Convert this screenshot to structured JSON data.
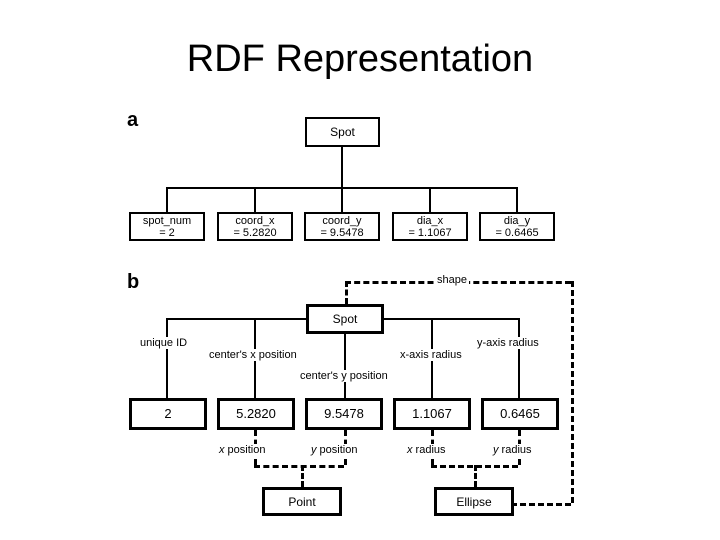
{
  "slide": {
    "title": "RDF Representation",
    "background_color": "#ffffff",
    "line_color": "#000000"
  },
  "panel_a": {
    "letter": "a",
    "root": {
      "label": "Spot"
    },
    "leaves": [
      {
        "name": "spot_num",
        "value": "= 2"
      },
      {
        "name": "coord_x",
        "value": "= 5.2820"
      },
      {
        "name": "coord_y",
        "value": "= 9.5478"
      },
      {
        "name": "dia_x",
        "value": "= 1.1067"
      },
      {
        "name": "dia_y",
        "value": "= 0.6465"
      }
    ]
  },
  "panel_b": {
    "letter": "b",
    "root": {
      "label": "Spot"
    },
    "shape_edge_label": "shape",
    "property_labels": [
      "unique ID",
      "center's x position",
      "center's y position",
      "x-axis radius",
      "y-axis radius"
    ],
    "values": [
      "2",
      "5.2820",
      "9.5478",
      "1.1067",
      "0.6465"
    ],
    "class_nodes": [
      {
        "label": "Point"
      },
      {
        "label": "Ellipse"
      }
    ],
    "sub_property_labels": [
      {
        "prefix": "x",
        "rest": " position"
      },
      {
        "prefix": "y",
        "rest": " position"
      },
      {
        "prefix": "x",
        "rest": " radius"
      },
      {
        "prefix": "y",
        "rest": " radius"
      }
    ]
  }
}
